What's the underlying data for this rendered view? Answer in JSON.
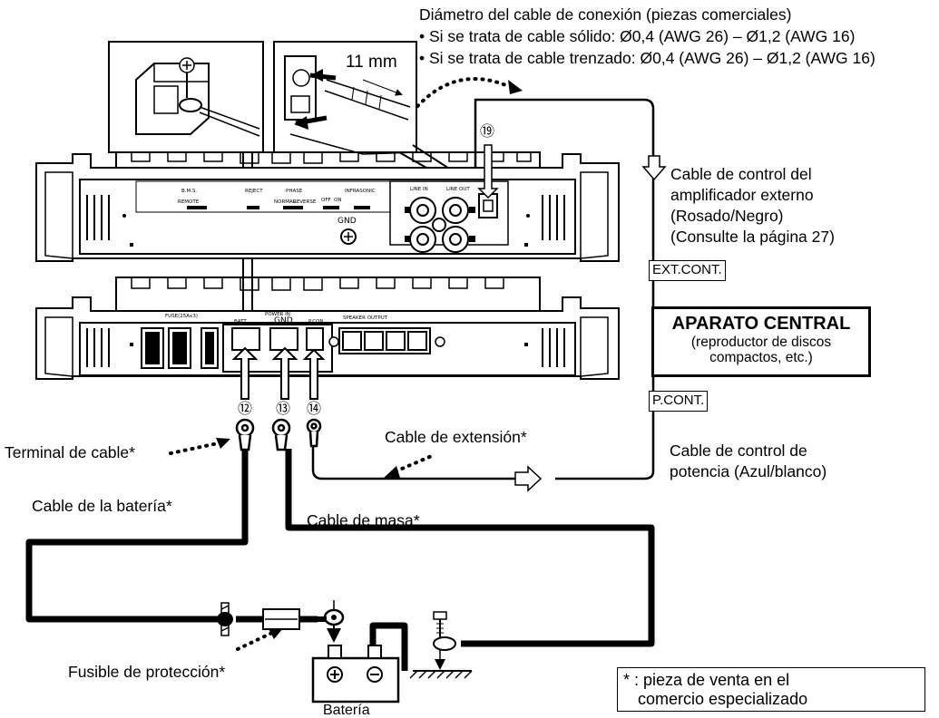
{
  "spec": {
    "heading": "Diámetro del cable de conexión (piezas comerciales)",
    "solid": "• Si se trata de cable sólido: Ø0,4 (AWG 26) – Ø1,2 (AWG 16)",
    "stranded": "• Si se trata de cable trenzado: Ø0,4 (AWG 26) – Ø1,2 (AWG 16)",
    "strip_length": "11 mm"
  },
  "ext_cable": {
    "line1": "Cable de control del",
    "line2": "amplificador externo",
    "line3": "(Rosado/Negro)",
    "line4": "(Consulte la página 27)"
  },
  "ext_cont": "EXT.CONT.",
  "head_unit": {
    "title": "APARATO CENTRAL",
    "sub1": "(reproductor de discos",
    "sub2": "compactos, etc.)"
  },
  "p_cont": "P.CONT.",
  "power_cable": {
    "line1": "Cable de control de",
    "line2": "potencia (Azul/blanco)"
  },
  "labels": {
    "extension": "Cable de extensión*",
    "terminal": "Terminal de cable*",
    "battery_cable": "Cable de la batería*",
    "ground_cable": "Cable de masa*",
    "fuse": "Fusible de protección*",
    "battery": "Batería"
  },
  "note": {
    "line1": "* : pieza de venta en el",
    "line2": "comercio especializado"
  },
  "numbers": {
    "n12": "⑫",
    "n13": "⑬",
    "n14": "⑭",
    "n19": "⑲"
  },
  "top_panel": {
    "bms": "B.M.S.",
    "reject": "REJECT",
    "phase": "PHASE",
    "infrasonic": "INFRASONIC",
    "line_in": "LINE IN",
    "line_out": "LINE OUT",
    "gnd": "GND",
    "remote": "REMOTE",
    "normal": "NORMAL",
    "reverse": "REVERSE",
    "off": "OFF",
    "on": "ON"
  },
  "bottom_panel": {
    "fuse": "FUSE(25Ax3)",
    "batt": "BATT.",
    "power_in": "POWER IN",
    "gnd": "GND",
    "pcon": "P.CON",
    "speaker": "SPEAKER OUTPUT"
  }
}
